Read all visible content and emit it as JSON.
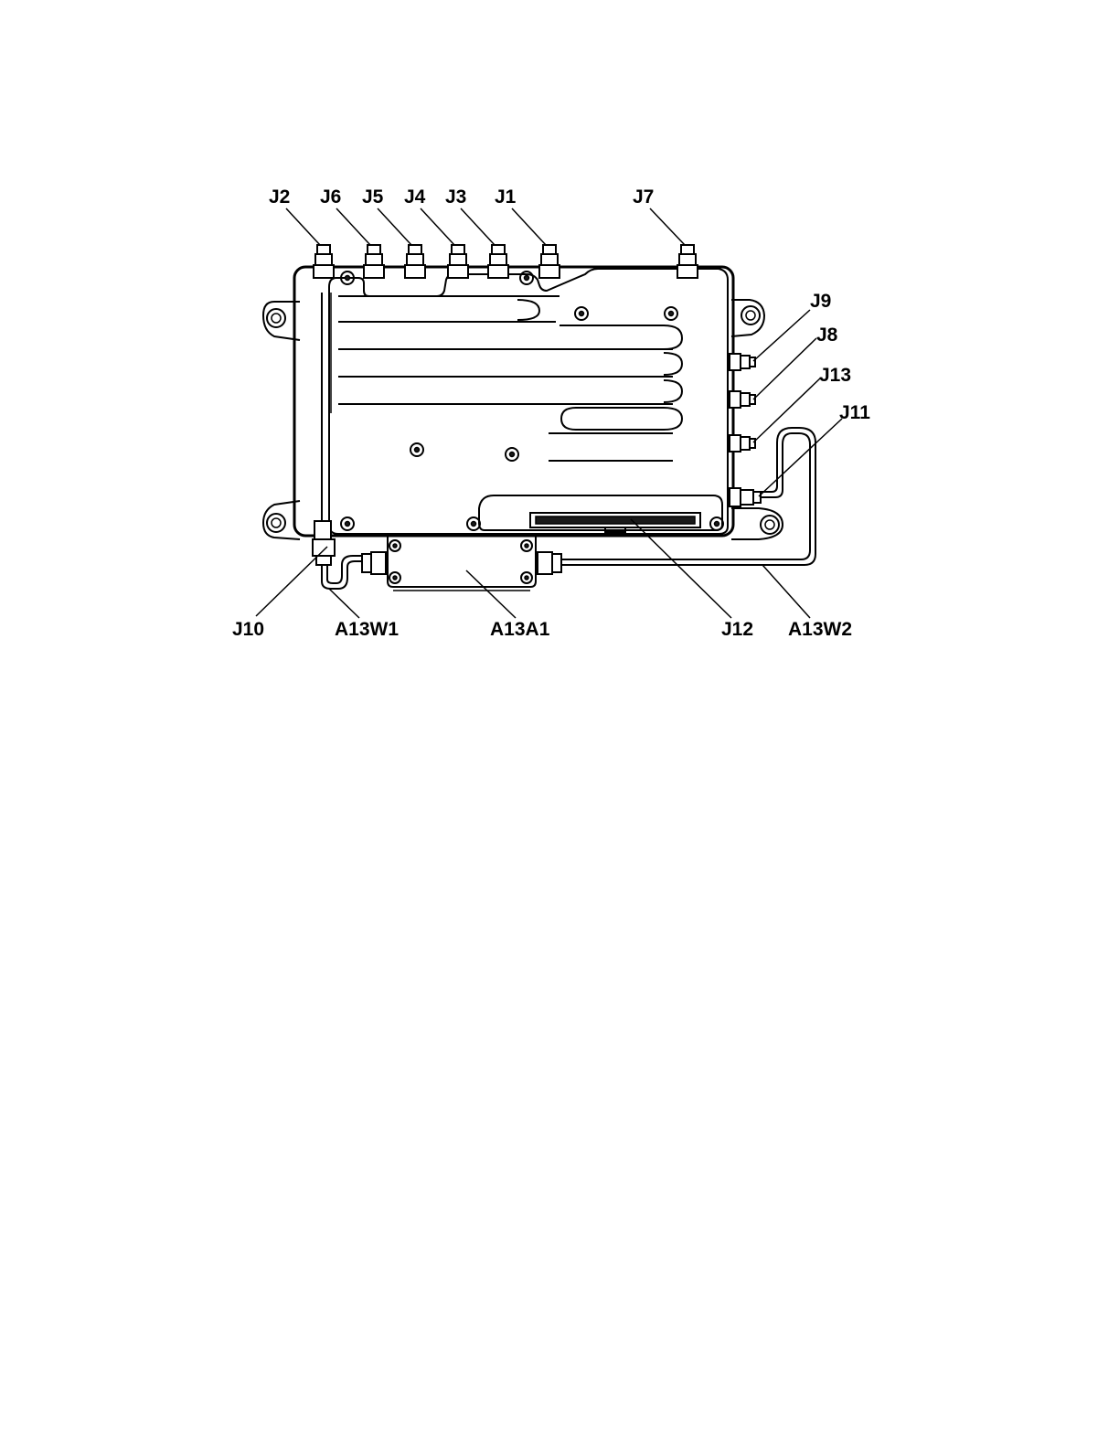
{
  "labels": {
    "j2": "J2",
    "j6": "J6",
    "j5": "J5",
    "j4": "J4",
    "j3": "J3",
    "j1": "J1",
    "j7": "J7",
    "j9": "J9",
    "j8": "J8",
    "j13": "J13",
    "j11": "J11",
    "j10": "J10",
    "a13w1": "A13W1",
    "a13a1": "A13A1",
    "j12": "J12",
    "a13w2": "A13W2"
  }
}
